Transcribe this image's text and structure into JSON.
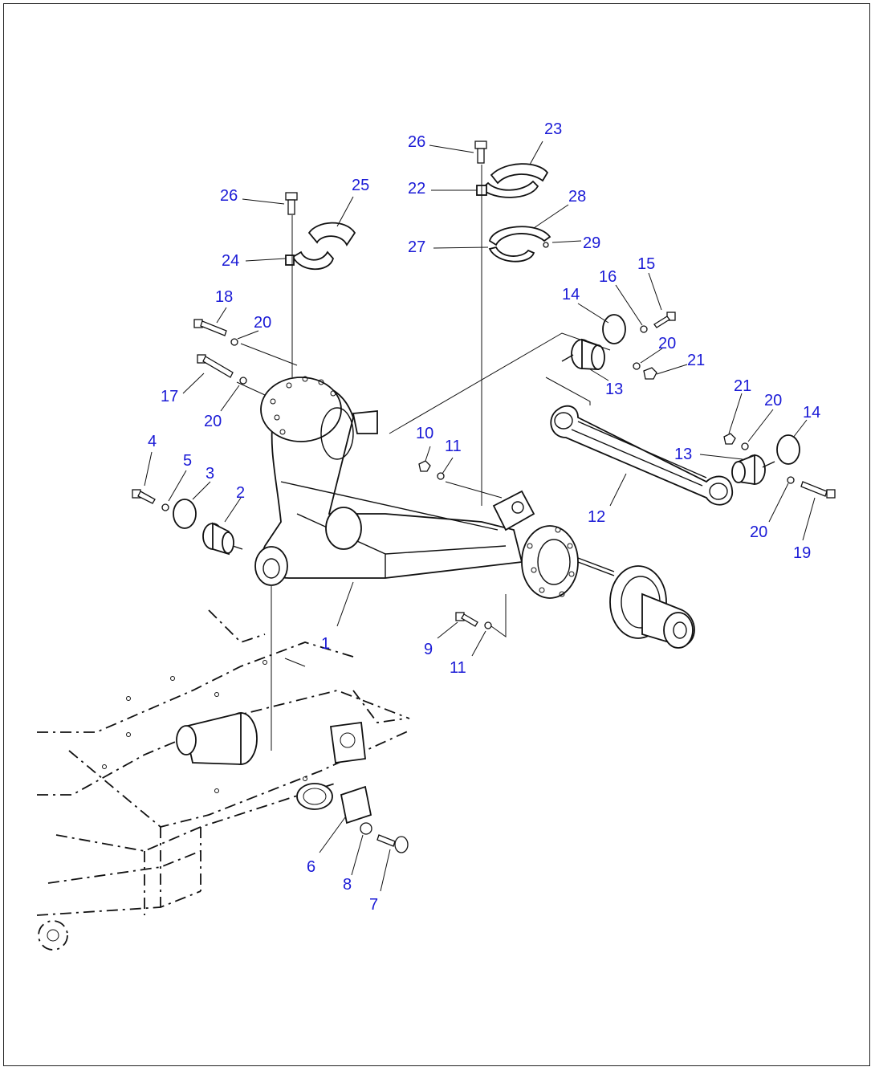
{
  "callouts": [
    {
      "id": "c1",
      "label": "1"
    },
    {
      "id": "c2",
      "label": "2"
    },
    {
      "id": "c3",
      "label": "3"
    },
    {
      "id": "c4",
      "label": "4"
    },
    {
      "id": "c5",
      "label": "5"
    },
    {
      "id": "c6",
      "label": "6"
    },
    {
      "id": "c7",
      "label": "7"
    },
    {
      "id": "c8",
      "label": "8"
    },
    {
      "id": "c9",
      "label": "9"
    },
    {
      "id": "c10",
      "label": "10"
    },
    {
      "id": "c11a",
      "label": "11"
    },
    {
      "id": "c11b",
      "label": "11"
    },
    {
      "id": "c12",
      "label": "12"
    },
    {
      "id": "c13a",
      "label": "13"
    },
    {
      "id": "c13b",
      "label": "13"
    },
    {
      "id": "c14a",
      "label": "14"
    },
    {
      "id": "c14b",
      "label": "14"
    },
    {
      "id": "c15",
      "label": "15"
    },
    {
      "id": "c16",
      "label": "16"
    },
    {
      "id": "c17",
      "label": "17"
    },
    {
      "id": "c18",
      "label": "18"
    },
    {
      "id": "c19",
      "label": "19"
    },
    {
      "id": "c20a",
      "label": "20"
    },
    {
      "id": "c20b",
      "label": "20"
    },
    {
      "id": "c20c",
      "label": "20"
    },
    {
      "id": "c20d",
      "label": "20"
    },
    {
      "id": "c20e",
      "label": "20"
    },
    {
      "id": "c21a",
      "label": "21"
    },
    {
      "id": "c21b",
      "label": "21"
    },
    {
      "id": "c22",
      "label": "22"
    },
    {
      "id": "c23",
      "label": "23"
    },
    {
      "id": "c24",
      "label": "24"
    },
    {
      "id": "c25",
      "label": "25"
    },
    {
      "id": "c26a",
      "label": "26"
    },
    {
      "id": "c26b",
      "label": "26"
    },
    {
      "id": "c27",
      "label": "27"
    },
    {
      "id": "c28",
      "label": "28"
    },
    {
      "id": "c29",
      "label": "29"
    }
  ],
  "colors": {
    "callout": "#1a1ad6",
    "line": "#111111",
    "border": "#222222"
  }
}
